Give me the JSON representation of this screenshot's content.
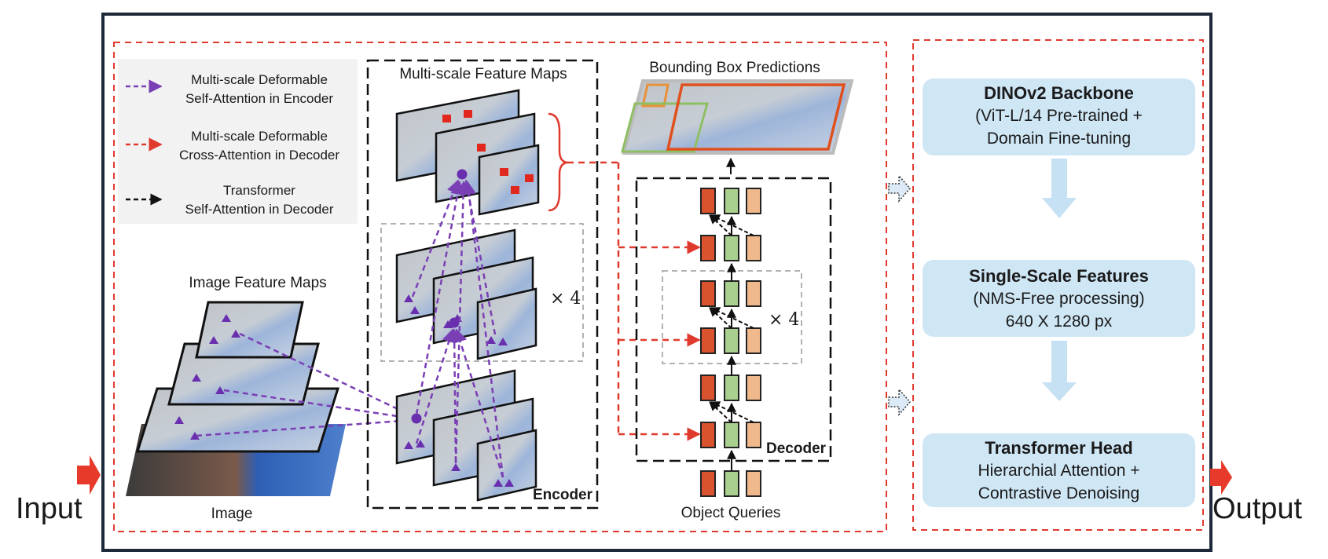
{
  "labels": {
    "input": "Input",
    "output": "Output",
    "image": "Image",
    "image_feature_maps": "Image Feature Maps",
    "multiscale_feature_maps": "Multi-scale Feature Maps",
    "bounding_box_predictions": "Bounding Box Predictions",
    "object_queries": "Object Queries",
    "encoder": "Encoder",
    "decoder": "Decoder",
    "times4_encoder": "× 4",
    "times4_decoder": "× 4"
  },
  "legend": [
    {
      "line1": "Multi-scale Deformable",
      "line2": "Self-Attention in Encoder",
      "color": "#7a3fb5"
    },
    {
      "line1": "Multi-scale Deformable",
      "line2": "Cross-Attention in Decoder",
      "color": "#e03a2f"
    },
    {
      "line1": "Transformer",
      "line2": "Self-Attention in Decoder",
      "color": "#111111"
    }
  ],
  "pipeline": [
    {
      "title": "DINOv2 Backbone",
      "line1": "(ViT-L/14 Pre-trained +",
      "line2": "Domain Fine-tuning"
    },
    {
      "title": "Single-Scale Features",
      "line1": "(NMS-Free processing)",
      "line2": "640 X 1280 px"
    },
    {
      "title": "Transformer Head",
      "line1": "Hierarchial Attention +",
      "line2": "Contrastive Denoising"
    }
  ],
  "colors": {
    "frame": "#1e2a3a",
    "dashed_red": "#e03a2f",
    "purple": "#7a3fb5",
    "pipeline_box": "#cfe6f5",
    "query_red": "#d9532f",
    "query_green": "#a9d08e",
    "query_tan": "#f0b98c"
  }
}
